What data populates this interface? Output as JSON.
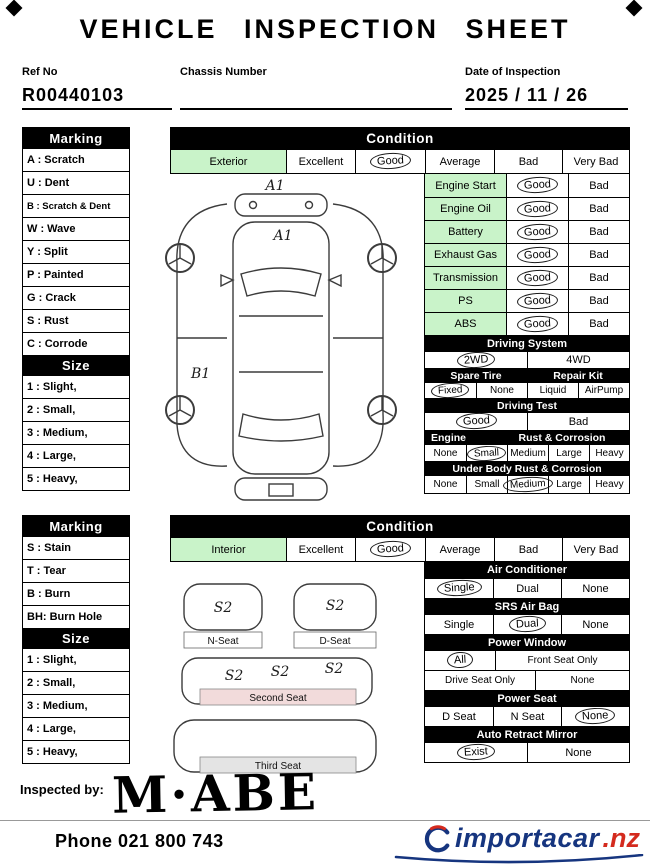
{
  "title": "VEHICLE INSPECTION SHEET",
  "header": {
    "ref_no_label": "Ref No",
    "ref_no": "R00440103",
    "chassis_label": "Chassis Number",
    "chassis": "",
    "date_label": "Date of Inspection",
    "date": "2025 / 11 / 26"
  },
  "colors": {
    "cell_green": "#c9f3c9",
    "seat_pink": "#f2dbdb",
    "seat_gray": "#e4e4e4",
    "brand_blue": "#16357f",
    "brand_red": "#d42a1e"
  },
  "exterior_panel": {
    "marking_title": "Marking",
    "markings": [
      "A : Scratch",
      "U : Dent",
      "B : Scratch & Dent",
      "W : Wave",
      "Y : Split",
      "P : Painted",
      "G : Crack",
      "S : Rust",
      "C : Corrode"
    ],
    "size_title": "Size",
    "sizes": [
      "1 : Slight,",
      "2 : Small,",
      "3 : Medium,",
      "4 : Large,",
      "5 : Heavy,"
    ],
    "condition_title": "Condition",
    "row_label": "Exterior",
    "scale": [
      "Excellent",
      "Good",
      "Average",
      "Bad",
      "Very Bad"
    ],
    "scale_selected": "Good",
    "checks": [
      {
        "label": "Engine Start",
        "good": "Good",
        "bad": "Bad",
        "selected": "Good"
      },
      {
        "label": "Engine Oil",
        "good": "Good",
        "bad": "Bad",
        "selected": "Good"
      },
      {
        "label": "Battery",
        "good": "Good",
        "bad": "Bad",
        "selected": "Good"
      },
      {
        "label": "Exhaust Gas",
        "good": "Good",
        "bad": "Bad",
        "selected": "Good"
      },
      {
        "label": "Transmission",
        "good": "Good",
        "bad": "Bad",
        "selected": "Good"
      },
      {
        "label": "PS",
        "good": "Good",
        "bad": "Bad",
        "selected": "Good"
      },
      {
        "label": "ABS",
        "good": "Good",
        "bad": "Bad",
        "selected": "Good"
      }
    ],
    "driving_system": {
      "title": "Driving System",
      "options": [
        "2WD",
        "4WD"
      ],
      "selected": "2WD"
    },
    "spare_repair": {
      "left_title": "Spare Tire",
      "right_title": "Repair Kit",
      "options": [
        "Fixed",
        "None",
        "Liquid",
        "AirPump"
      ],
      "selected": "Fixed"
    },
    "driving_test": {
      "title": "Driving Test",
      "options": [
        "Good",
        "Bad"
      ],
      "selected": "Good"
    },
    "engine_rust": {
      "title_left": "Engine",
      "title_right": "Rust & Corrosion",
      "options": [
        "None",
        "Small",
        "Medium",
        "Large",
        "Heavy"
      ],
      "selected": "Small"
    },
    "underbody_rust": {
      "title": "Under Body Rust & Corrosion",
      "options": [
        "None",
        "Small",
        "Medium",
        "Large",
        "Heavy"
      ],
      "selected": "Medium"
    },
    "car_marks": {
      "front": "A1",
      "hood": "A1",
      "rear_door": "B1"
    }
  },
  "interior_panel": {
    "marking_title": "Marking",
    "markings": [
      "S : Stain",
      "T : Tear",
      "B : Burn",
      "BH: Burn Hole"
    ],
    "size_title": "Size",
    "sizes": [
      "1 : Slight,",
      "2 : Small,",
      "3 : Medium,",
      "4 : Large,",
      "5 : Heavy,"
    ],
    "condition_title": "Condition",
    "row_label": "Interior",
    "scale": [
      "Excellent",
      "Good",
      "Average",
      "Bad",
      "Very Bad"
    ],
    "scale_selected": "Good",
    "air_conditioner": {
      "title": "Air Conditioner",
      "options": [
        "Single",
        "Dual",
        "None"
      ],
      "selected": "Single"
    },
    "srs_airbag": {
      "title": "SRS Air Bag",
      "options": [
        "Single",
        "Dual",
        "None"
      ],
      "selected": "Dual"
    },
    "power_window": {
      "title": "Power Window",
      "row1": [
        "All",
        "Front Seat Only"
      ],
      "row2": [
        "Drive Seat Only",
        "None"
      ],
      "selected": "All"
    },
    "power_seat": {
      "title": "Power Seat",
      "options": [
        "D Seat",
        "N Seat",
        "None"
      ],
      "selected": "None"
    },
    "auto_retract_mirror": {
      "title": "Auto Retract Mirror",
      "options": [
        "Exist",
        "None"
      ],
      "selected": "Exist"
    },
    "seats": {
      "n_seat": "N-Seat",
      "d_seat": "D-Seat",
      "second_seat": "Second Seat",
      "third_seat": "Third Seat",
      "mark": "S2"
    }
  },
  "footer": {
    "inspected_by": "Inspected by:",
    "signature": "M·ABE",
    "phone": "Phone 021 800 743",
    "brand": "importacar",
    "brand_tld": ".nz"
  }
}
